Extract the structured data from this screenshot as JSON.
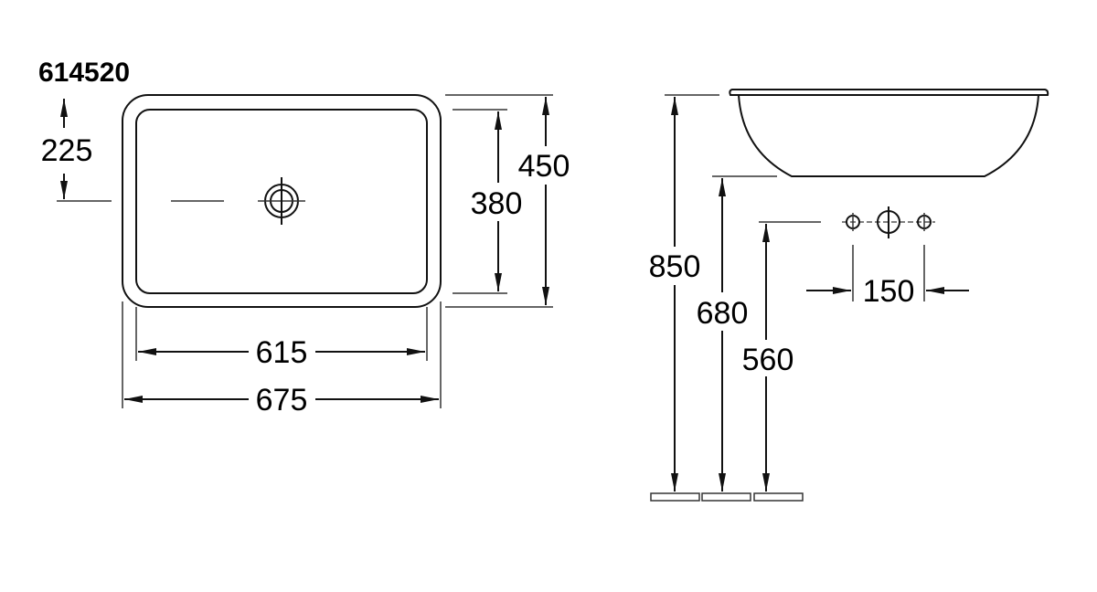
{
  "product_code": "614520",
  "top_view": {
    "drain_offset": "225",
    "inner_depth": "380",
    "outer_depth": "450",
    "inner_width": "615",
    "outer_width": "675"
  },
  "side_view": {
    "rim_height": "850",
    "bowl_bottom_height": "680",
    "tap_height": "560",
    "tap_spacing": "150"
  }
}
